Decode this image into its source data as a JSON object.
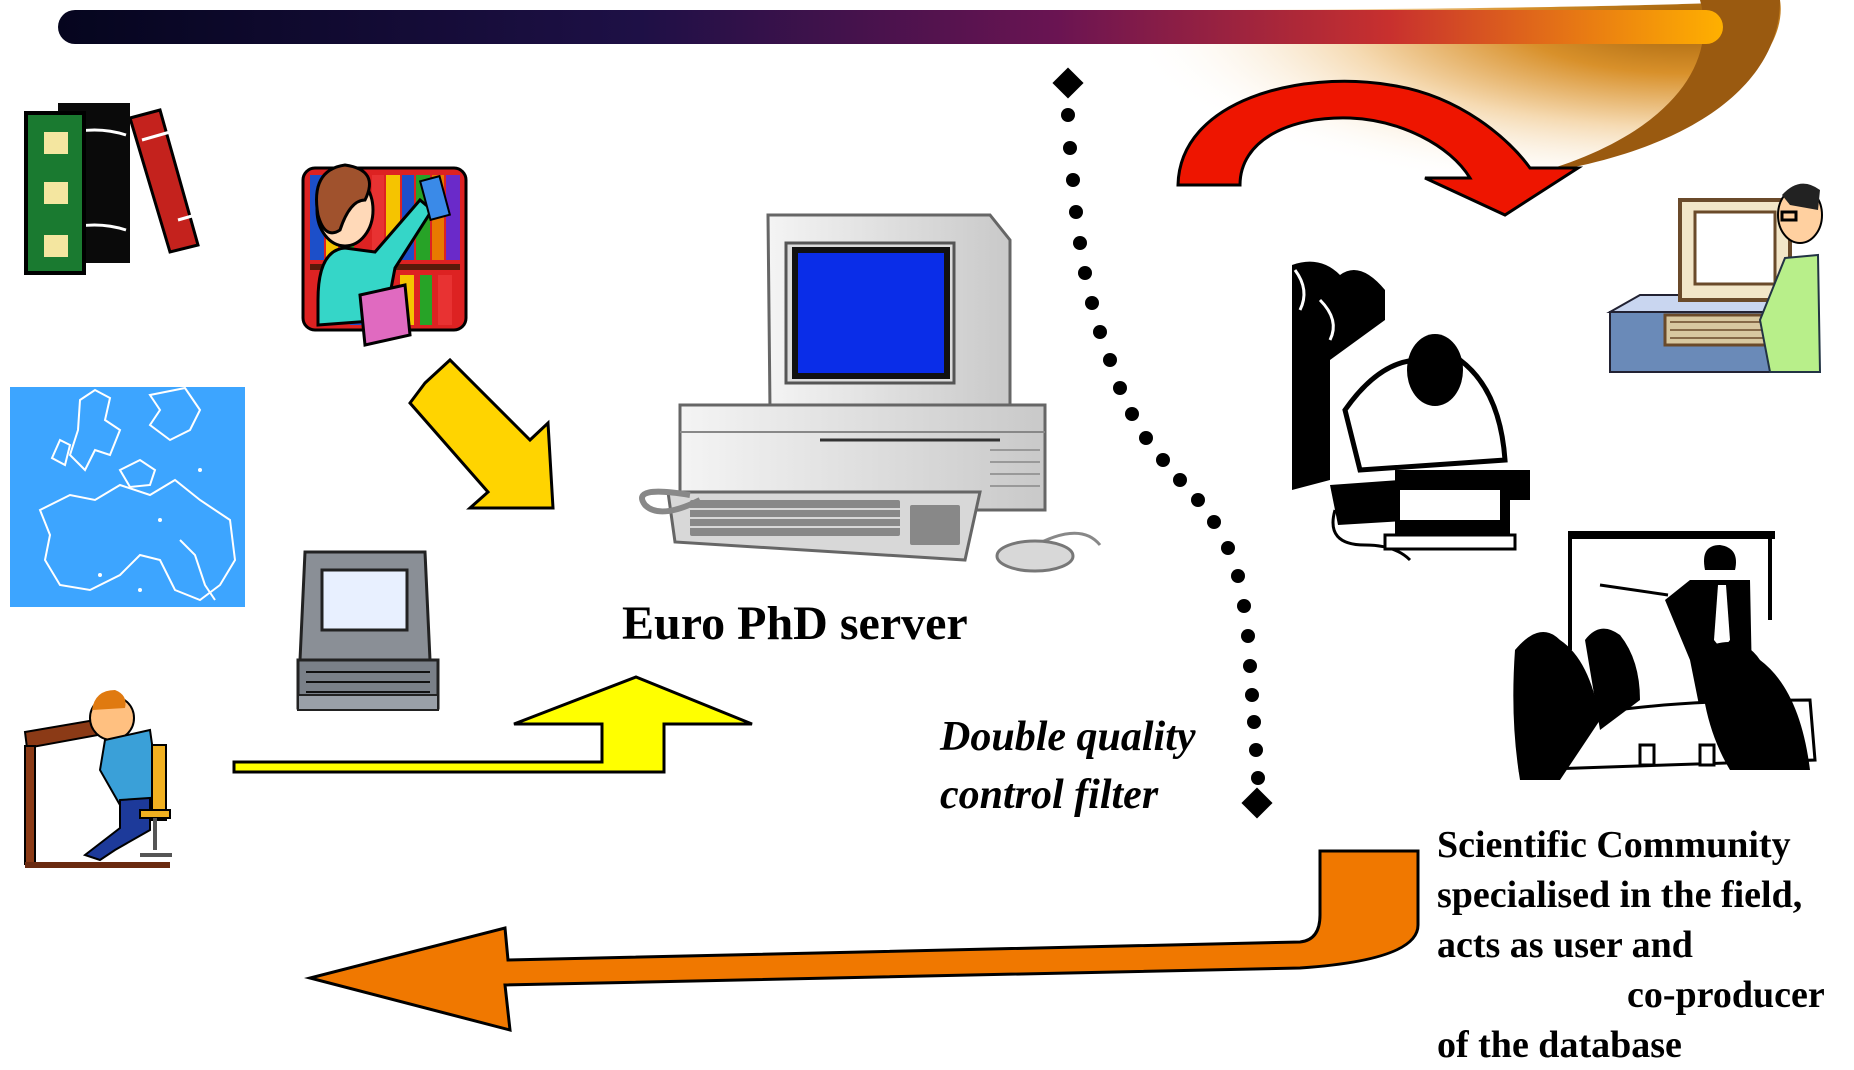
{
  "server": {
    "label": "Euro PhD server"
  },
  "filter": {
    "line1": "Double quality",
    "line2": "control filter"
  },
  "community": {
    "line1": "Scientific Community",
    "line2": "specialised in the field,",
    "line3": "acts as user and",
    "line4": "co-producer",
    "line5": "of the database"
  },
  "icons": [
    "books-icon",
    "librarian-icon",
    "europe-map-icon",
    "portable-computer-icon",
    "student-at-desk-icon",
    "server-computer-icon",
    "researcher-at-computer-icon",
    "man-at-laptop-icon",
    "presentation-meeting-icon"
  ],
  "colors": {
    "banner_dark": "#05051e",
    "banner_mid": "#7a1250",
    "banner_light": "#f5a000",
    "input_arrow": "#ffe000",
    "feedback_arrow": "#f07800",
    "curved_arrow": "#ee1500",
    "map_blue": "#3da5ff",
    "screen_blue": "#0a2de8"
  }
}
